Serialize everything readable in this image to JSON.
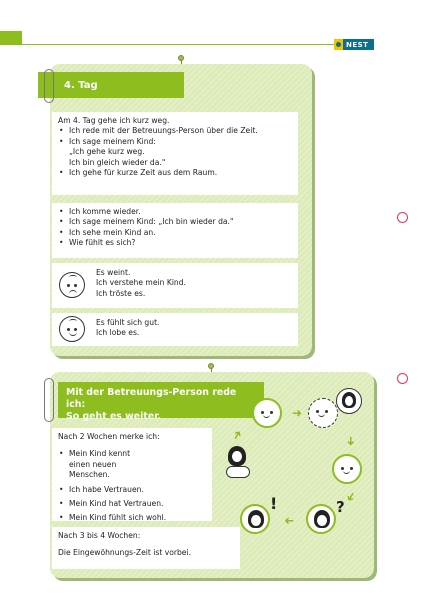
{
  "header": {
    "logo_text": "NEST"
  },
  "colors": {
    "accent": "#8dbd1e",
    "panel": "#dcebb7",
    "logo_bg": "#0d6e8e",
    "logo_leaf": "#f4c300",
    "margin_circle": "#e63466"
  },
  "day4": {
    "title": "4. Tag",
    "intro": "Am 4. Tag gehe ich kurz weg.",
    "items": [
      "Ich rede mit der Betreuungs-Person über die Zeit.",
      "Ich sage meinem Kind:"
    ],
    "quote": [
      "„Ich gehe kurz weg.",
      "Ich bin gleich wieder da.\""
    ],
    "last_item": "Ich gehe für kurze Zeit aus dem Raum.",
    "return_items": [
      "Ich komme wieder.",
      "Ich sage meinem Kind: „Ich bin wieder da.\"",
      "Ich sehe mein Kind an.",
      "Wie fühlt es sich?"
    ],
    "sad_lines": [
      "Es weint.",
      "Ich verstehe mein Kind.",
      "Ich tröste es."
    ],
    "happy_lines": [
      "Es fühlt sich gut.",
      "Ich lobe es."
    ]
  },
  "section2": {
    "title_line1": "Mit der Betreuungs-Person rede ich:",
    "title_line2": "So geht es weiter.",
    "two_weeks_label": "Nach 2 Wochen merke ich:",
    "two_weeks_items": [
      "Mein Kind kennt einen neuen Menschen.",
      "Ich habe Vertrauen.",
      "Mein Kind hat Vertrauen.",
      "Mein Kind fühlt sich wohl."
    ],
    "three_four_label": "Nach 3 bis 4 Wochen:",
    "three_four_text": "Die Eingewöhnungs-Zeit ist vorbei."
  },
  "cycle": {
    "exclaim": "!",
    "question": "?"
  }
}
